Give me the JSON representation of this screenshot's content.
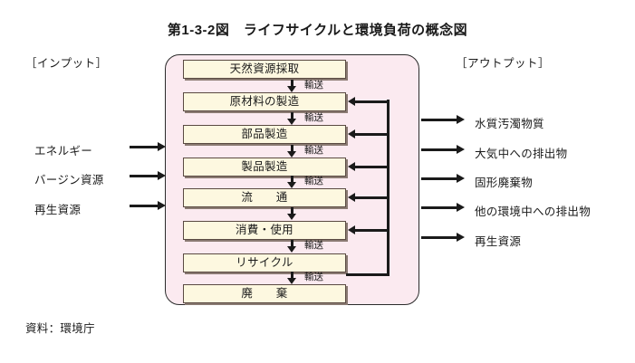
{
  "figure": {
    "title": "第1-3-2図　ライフサイクルと環境負荷の概念図",
    "source_note": "資料：環境庁"
  },
  "input_section": {
    "heading": "［インプット］",
    "items": [
      {
        "label": "エネルギー",
        "arrow_icon": "right-arrow-icon"
      },
      {
        "label": "バージン資源",
        "arrow_icon": "right-arrow-icon"
      },
      {
        "label": "再生資源",
        "arrow_icon": "right-arrow-icon"
      }
    ]
  },
  "output_section": {
    "heading": "［アウトプット］",
    "items": [
      {
        "label": "水質汚濁物質",
        "arrow_icon": "right-arrow-icon"
      },
      {
        "label": "大気中への排出物",
        "arrow_icon": "right-arrow-icon"
      },
      {
        "label": "固形廃棄物",
        "arrow_icon": "right-arrow-icon"
      },
      {
        "label": "他の環境中への排出物",
        "arrow_icon": "right-arrow-icon"
      },
      {
        "label": "再生資源",
        "arrow_icon": "right-arrow-icon"
      }
    ]
  },
  "lifecycle": {
    "stages": [
      {
        "label": "天然資源採取"
      },
      {
        "label": "原材料の製造"
      },
      {
        "label": "部品製造"
      },
      {
        "label": "製品製造"
      },
      {
        "label": "流　　通"
      },
      {
        "label": "消費・使用"
      },
      {
        "label": "リサイクル"
      },
      {
        "label": "廃　　棄"
      }
    ],
    "connectors": [
      {
        "label": "輸送",
        "arrow_icon": "down-arrow-icon"
      },
      {
        "label": "輸送",
        "arrow_icon": "down-arrow-icon"
      },
      {
        "label": "輸送",
        "arrow_icon": "down-arrow-icon"
      },
      {
        "label": "輸送",
        "arrow_icon": "down-arrow-icon"
      },
      {
        "label": "",
        "arrow_icon": "down-arrow-icon"
      },
      {
        "label": "輸送",
        "arrow_icon": "down-arrow-icon"
      },
      {
        "label": "輸送",
        "arrow_icon": "down-arrow-icon"
      }
    ],
    "feedback_targets": [
      {
        "target": "原材料の製造",
        "arrow_icon": "left-arrow-icon"
      },
      {
        "target": "部品製造",
        "arrow_icon": "left-arrow-icon"
      },
      {
        "target": "製品製造",
        "arrow_icon": "left-arrow-icon"
      },
      {
        "target": "流　　通",
        "arrow_icon": "left-arrow-icon"
      },
      {
        "target": "消費・使用",
        "arrow_icon": "left-arrow-icon"
      }
    ]
  },
  "colors": {
    "container_fill": "#fbeaf0",
    "box_fill": "#fdf8e0",
    "box_border": "#5a4a42",
    "box_shadow": "#8a7a72",
    "line": "#1a1a1a",
    "page_background": "#ffffff"
  }
}
